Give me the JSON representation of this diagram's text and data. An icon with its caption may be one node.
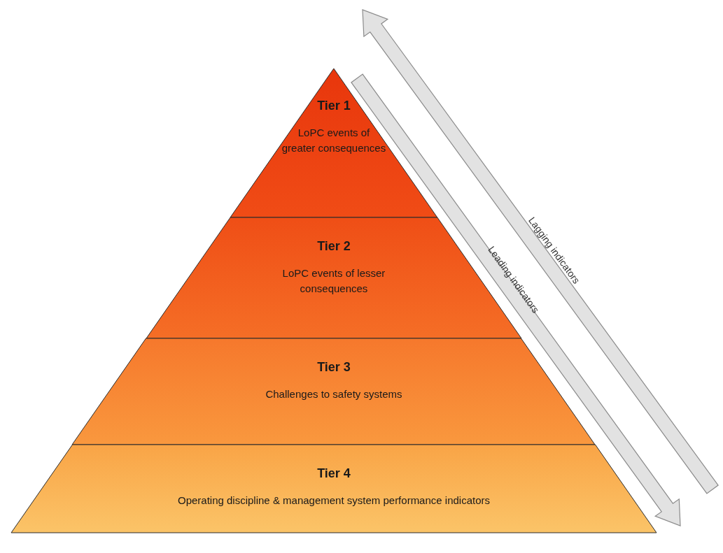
{
  "diagram": {
    "nodes": [
      {
        "text": [
          "Tier 1",
          "LoPC events of greater consequences"
        ]
      },
      {
        "text": [
          "Tier 2",
          "LoPC events of lesser consequences"
        ]
      },
      {
        "text": [
          "Tier 3",
          "Challenges to safety systems"
        ]
      },
      {
        "text": [
          "Tier 4",
          "Operating discipline & management system performance indicators"
        ]
      }
    ],
    "labels": [
      "Lagging indicators",
      "Leading indicators"
    ]
  }
}
